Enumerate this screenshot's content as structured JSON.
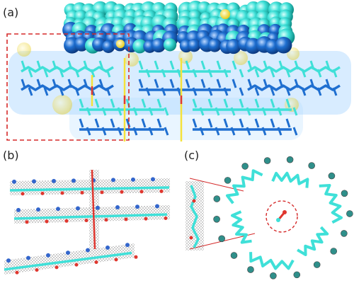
{
  "panels": {
    "a": {
      "label": "(a)"
    },
    "b": {
      "label": "(b)"
    },
    "c": {
      "label": "(c)"
    }
  },
  "colors": {
    "cyan": "#3fe0d8",
    "blue": "#1f6fd0",
    "dark_blue": "#1b4fa6",
    "yellow": "#f5e23a",
    "red_dashed": "#d52a2a",
    "mesh": "#3a3a3a",
    "oxygen": "#e0372f"
  }
}
